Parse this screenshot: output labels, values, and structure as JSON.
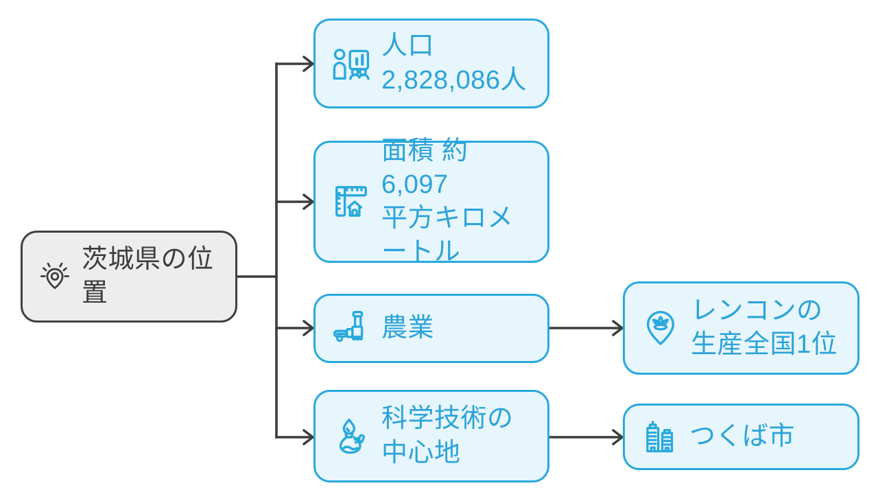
{
  "colors": {
    "background": "#FFFFFF",
    "accent_blue": "#29A9DC",
    "node_fill_blue": "#E7F6FC",
    "node_text_blue": "#2BA3D9",
    "root_border": "#404040",
    "root_fill": "#EDEDED",
    "root_text": "#3D3D3D",
    "connector": "#3D3D3D"
  },
  "diagram": {
    "root": {
      "label": "茨城県の位\n置",
      "text": "茨城県の位置",
      "icon": "location-beacon-icon"
    },
    "nodes": {
      "population": {
        "label": "人口\n2,828,086人",
        "text": "人口 2,828,086人",
        "icon": "population-chart-icon"
      },
      "area": {
        "label": "面積 約6,097\n平方キロメ\nートル",
        "text": "面積 約6,097平方キロメートル",
        "icon": "area-ruler-icon"
      },
      "agriculture": {
        "label": "農業",
        "text": "農業",
        "icon": "tractor-icon"
      },
      "science": {
        "label": "科学技術の\n中心地",
        "text": "科学技術の中心地",
        "icon": "burner-flask-icon"
      },
      "lotus": {
        "label": "レンコンの\n生産全国1位",
        "text": "レンコンの生産全国1位",
        "icon": "lotus-pin-icon"
      },
      "tsukuba": {
        "label": "つくば市",
        "text": "つくば市",
        "icon": "city-buildings-icon"
      }
    },
    "edges": [
      {
        "from": "root",
        "to": "population"
      },
      {
        "from": "root",
        "to": "area"
      },
      {
        "from": "root",
        "to": "agriculture"
      },
      {
        "from": "root",
        "to": "science"
      },
      {
        "from": "agriculture",
        "to": "lotus"
      },
      {
        "from": "science",
        "to": "tsukuba"
      }
    ]
  }
}
